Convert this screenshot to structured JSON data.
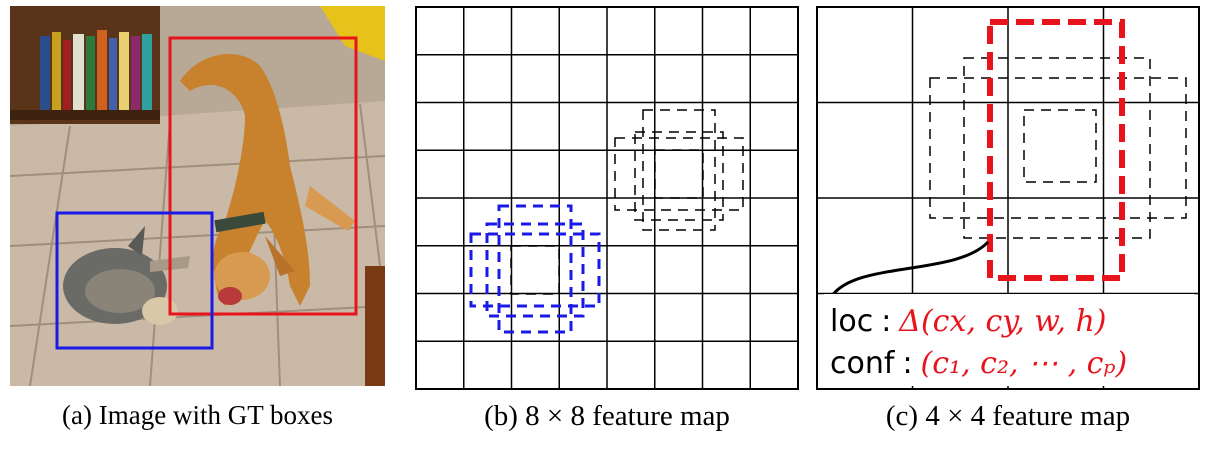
{
  "panels": {
    "a": {
      "caption": "(a) Image with GT boxes"
    },
    "b": {
      "caption": "(b) 8 × 8 feature map",
      "grid_size": 8
    },
    "c": {
      "caption": "(c) 4 × 4 feature map",
      "grid_size": 4
    }
  },
  "annotations": {
    "loc_label": "loc",
    "loc_value": "Δ(cx, cy, w, h)",
    "conf_label": "conf",
    "conf_value": "(c₁, c₂, ⋯ , cₚ)"
  },
  "colors": {
    "dog_box": "#e8141c",
    "cat_box": "#1a1ae6",
    "grid": "#000000",
    "value_text": "#e8141c"
  }
}
